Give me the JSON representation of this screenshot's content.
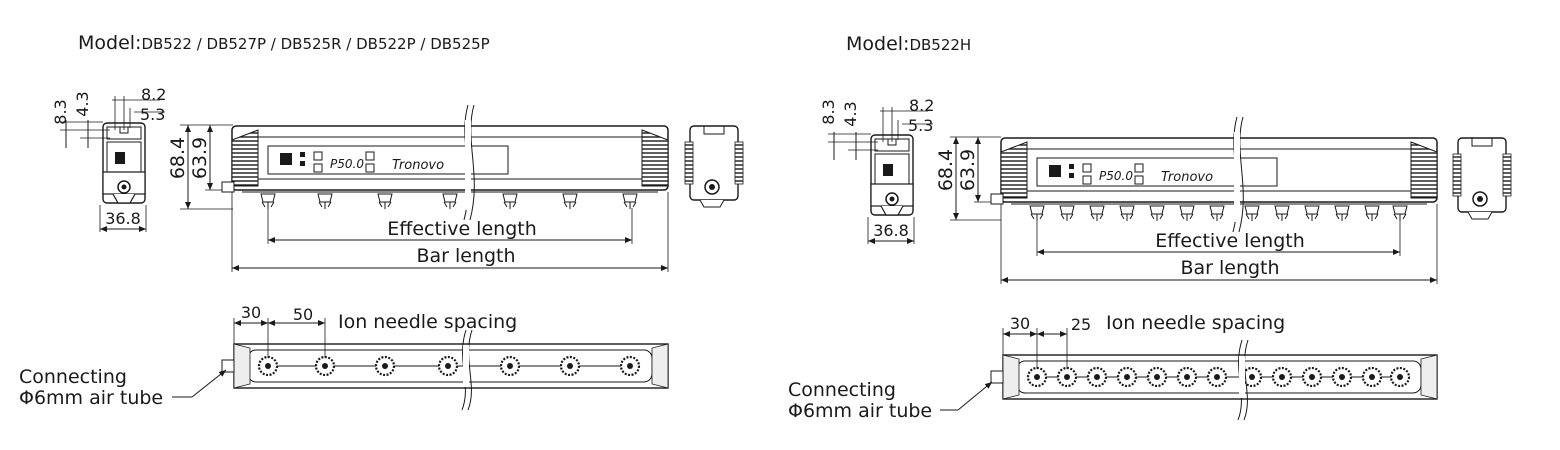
{
  "left": {
    "model_prefix": "Model:",
    "model_codes": "DB522 / DB527P / DB525R / DB522P / DB525P",
    "dims": {
      "d8_3": "8.3",
      "d4_3": "4.3",
      "d8_2": "8.2",
      "d5_3": "5.3",
      "d68_4": "68.4",
      "d63_9": "63.9",
      "d36_8": "36.8",
      "d30": "30",
      "spacing": "50"
    },
    "display_text": "P50.0",
    "brand": "Tronovo",
    "effective_length": "Effective length",
    "bar_length": "Bar length",
    "ion_needle_spacing": "Ion needle spacing",
    "connecting_line1": "Connecting",
    "connecting_line2": "Φ6mm air tube"
  },
  "right": {
    "model_prefix": "Model:",
    "model_codes": "DB522H",
    "dims": {
      "d8_3": "8.3",
      "d4_3": "4.3",
      "d8_2": "8.2",
      "d5_3": "5.3",
      "d68_4": "68.4",
      "d63_9": "63.9",
      "d36_8": "36.8",
      "d30": "30",
      "spacing": "25"
    },
    "display_text": "P50.0",
    "brand": "Tronovo",
    "effective_length": "Effective length",
    "bar_length": "Bar length",
    "ion_needle_spacing": "Ion needle spacing",
    "connecting_line1": "Connecting",
    "connecting_line2": "Φ6mm air tube"
  }
}
